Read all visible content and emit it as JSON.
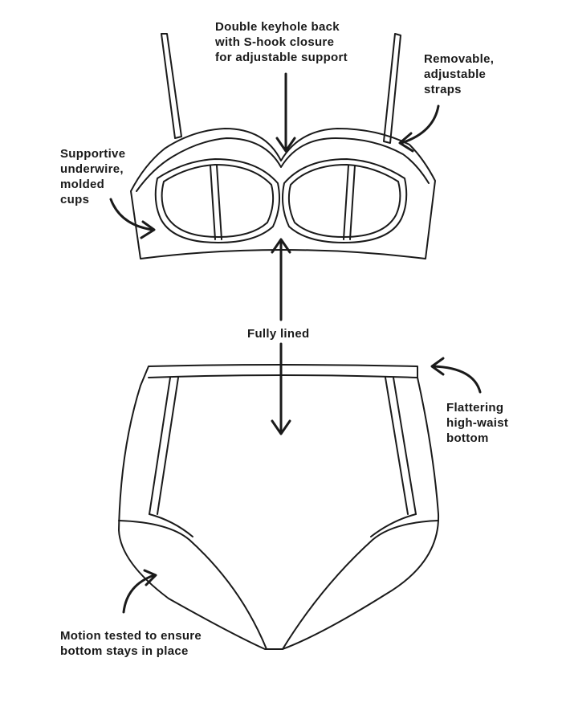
{
  "annotations": {
    "keyhole": "Double keyhole back\nwith S-hook closure\nfor adjustable support",
    "straps": "Removable,\nadjustable\nstraps",
    "underwire": "Supportive\nunderwire,\nmolded\ncups",
    "lined": "Fully lined",
    "highwaist": "Flattering\nhigh-waist\nbottom",
    "motion": "Motion tested to ensure\nbottom stays in place"
  },
  "colors": {
    "ink": "#1a1a1a",
    "background": "#ffffff"
  }
}
